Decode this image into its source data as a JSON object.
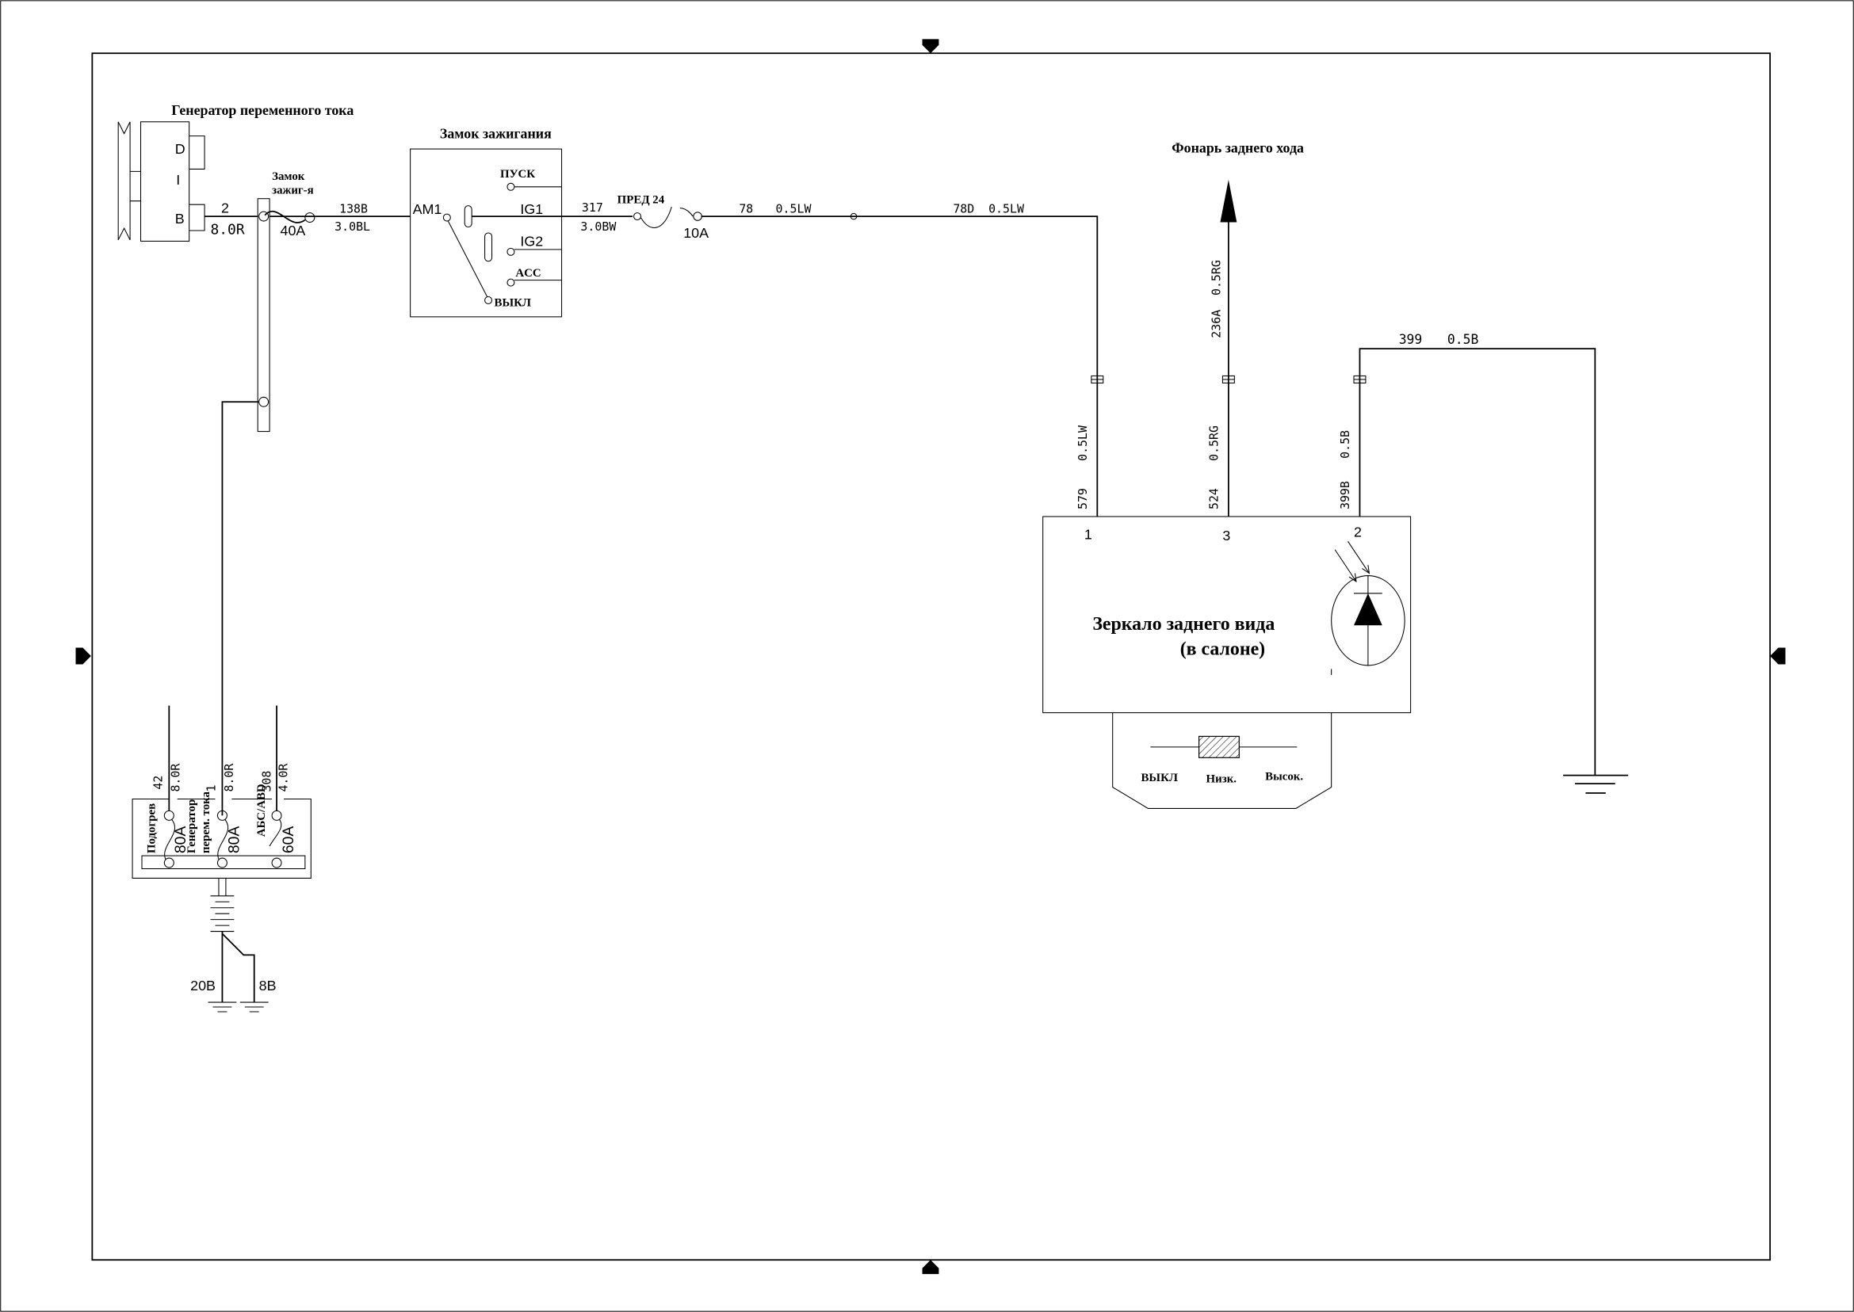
{
  "generator": {
    "title": "Генератор переменного тока",
    "pins": [
      "D",
      "I",
      "B"
    ],
    "wire_num": "2",
    "wire_spec": "8.0R"
  },
  "main_fuse": {
    "label_line1": "Замок",
    "label_line2": "зажиг-я",
    "rating": "40A",
    "wire_num": "138B",
    "wire_spec": "3.0BL"
  },
  "ignition": {
    "title": "Замок зажигания",
    "am1": "AM1",
    "start": "ПУСК",
    "ig1": "IG1",
    "ig2": "IG2",
    "acc": "ACC",
    "off": "ВЫКЛ"
  },
  "fuse2": {
    "name": "ПРЕД 24",
    "rating": "10A",
    "wire_num": "317",
    "wire_spec": "3.0BW"
  },
  "wires": {
    "w78": "78",
    "w78_spec": "0.5LW",
    "w78d": "78D",
    "w78d_spec": "0.5LW",
    "w236a": "236A",
    "w236a_spec": "0.5RG",
    "w399": "399",
    "w399_spec": "0.5B",
    "w579": "579",
    "w579_spec": "0.5LW",
    "w524": "524",
    "w524_spec": "0.5RG",
    "w399b": "399B",
    "w399b_spec": "0.5B"
  },
  "reverse_lamp": {
    "title": "Фонарь заднего хода"
  },
  "mirror": {
    "title_line1": "Зеркало заднего вида",
    "title_line2": "(в салоне)",
    "pin1": "1",
    "pin3": "3",
    "pin2": "2",
    "switch_off": "ВЫКЛ",
    "switch_low": "Низк.",
    "switch_high": "Высок."
  },
  "fuse_box": {
    "fuses": [
      {
        "name": "Подогрев",
        "rating": "80A",
        "wire_num": "42",
        "wire_spec": "8.0R"
      },
      {
        "name_line1": "Генератор",
        "name_line2": "перем. тока",
        "rating": "80A",
        "wire_num": "1",
        "wire_spec": "8.0R"
      },
      {
        "name": "АБС/ABD",
        "rating": "60A",
        "wire_num": "308",
        "wire_spec": "4.0R"
      }
    ],
    "ground1": "20B",
    "ground2": "8B"
  }
}
